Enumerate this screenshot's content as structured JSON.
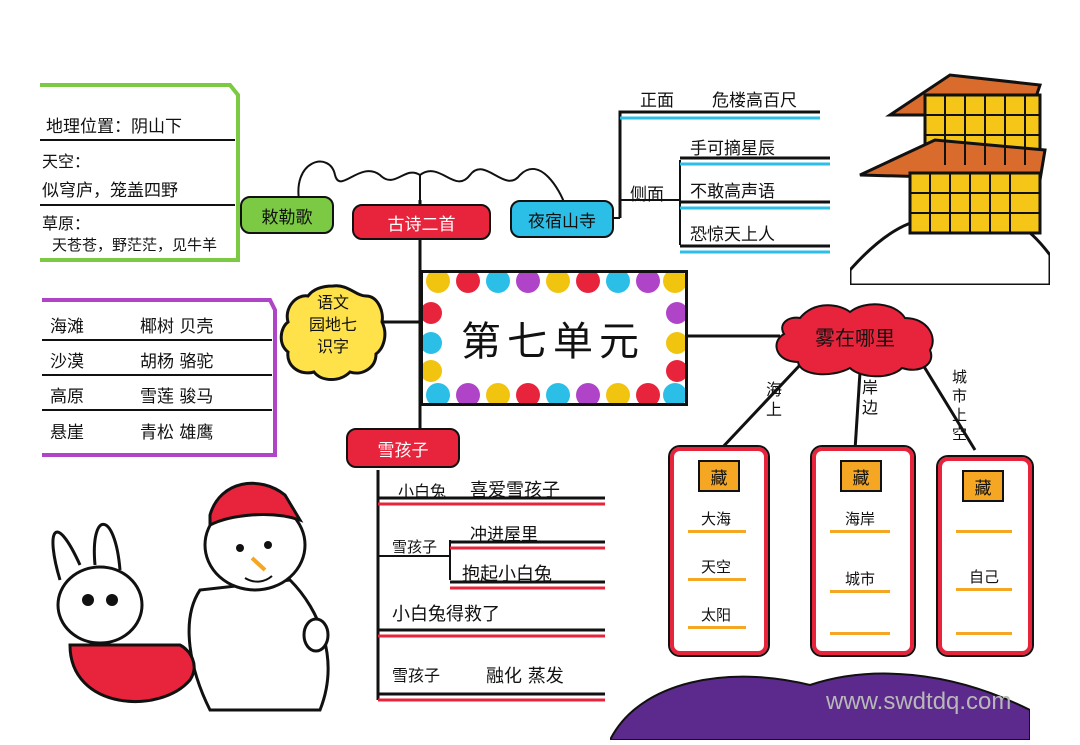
{
  "center": {
    "title": "第七单元"
  },
  "chile": {
    "tag": "敕勒歌",
    "rows": [
      {
        "text": "地理位置：阴山下"
      },
      {
        "text": "天空："
      },
      {
        "text": "似穹庐，笼盖四野"
      },
      {
        "text": "草原："
      },
      {
        "text": "天苍苍，野茫茫，见牛羊"
      }
    ]
  },
  "poems": {
    "tag": "古诗二首"
  },
  "yesu": {
    "tag": "夜宿山寺",
    "front_label": "正面",
    "front_text": "危楼高百尺",
    "side_label": "侧面",
    "side_items": [
      "手可摘星辰",
      "不敢高声语",
      "恐惊天上人"
    ]
  },
  "yuwen": {
    "bubble": [
      "语文",
      "园地七",
      "识字"
    ],
    "rows": [
      {
        "place": "海滩",
        "things": "椰树 贝壳"
      },
      {
        "place": "沙漠",
        "things": "胡杨 骆驼"
      },
      {
        "place": "高原",
        "things": "雪莲 骏马"
      },
      {
        "place": "悬崖",
        "things": "青松 雄鹰"
      }
    ]
  },
  "snow": {
    "tag": "雪孩子",
    "rows": [
      {
        "left": "小白兔",
        "right": "喜爱雪孩子"
      },
      {
        "left": "雪孩子",
        "right": ""
      },
      {
        "left": "小白兔得救了",
        "right": ""
      },
      {
        "left": "雪孩子",
        "right": "融化 蒸发"
      }
    ],
    "branch": [
      "冲进屋里",
      "抱起小白兔"
    ]
  },
  "fog": {
    "tag": "雾在哪里",
    "branches": [
      {
        "label": "海上",
        "hide": "藏",
        "items": [
          "大海",
          "天空",
          "太阳"
        ]
      },
      {
        "label": "岸边",
        "hide": "藏",
        "items": [
          "海岸",
          "城市",
          ""
        ]
      },
      {
        "label": "城市上空",
        "hide": "藏",
        "items": [
          "",
          "自己",
          ""
        ]
      }
    ]
  },
  "watermark": "www.swdtdq.com",
  "colors": {
    "green": "#7cc943",
    "red": "#e8243c",
    "cyan": "#2bbfe8",
    "yellow": "#ffe24a",
    "purple": "#b044c8",
    "orange": "#f5a623"
  }
}
